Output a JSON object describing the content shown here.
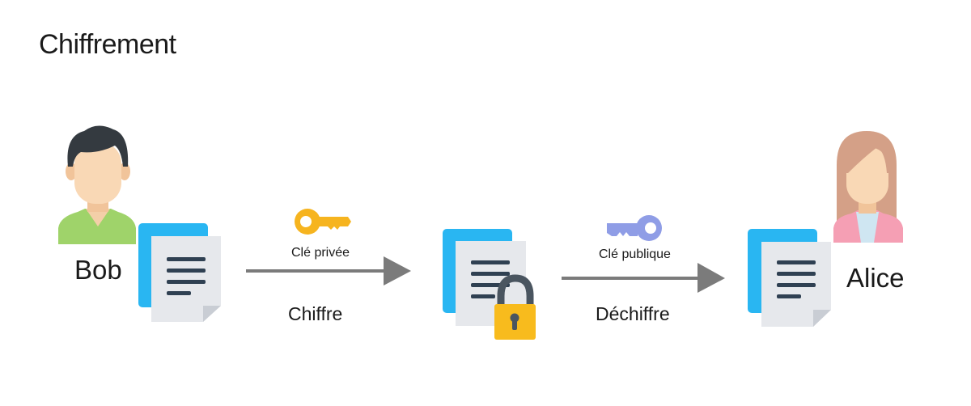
{
  "title": "Chiffrement",
  "actors": {
    "sender": "Bob",
    "receiver": "Alice"
  },
  "steps": {
    "encrypt": {
      "key_label": "Clé privée",
      "action_label": "Chiffre"
    },
    "decrypt": {
      "key_label": "Clé publique",
      "action_label": "Déchiffre"
    }
  },
  "colors": {
    "doc_back": "#29b6f2",
    "doc_front": "#e6e8ec",
    "doc_lines": "#2f4052",
    "arrow": "#7b7b7b",
    "private_key": "#f6b41f",
    "public_key": "#8f9de6",
    "lock_body": "#f8bb1d",
    "lock_shackle": "#4a5560"
  },
  "icons": {
    "sender_avatar": "man-avatar-icon",
    "receiver_avatar": "woman-avatar-icon",
    "document": "document-icon",
    "lock": "padlock-icon",
    "private_key": "golden-key-icon",
    "public_key": "blue-key-icon"
  }
}
